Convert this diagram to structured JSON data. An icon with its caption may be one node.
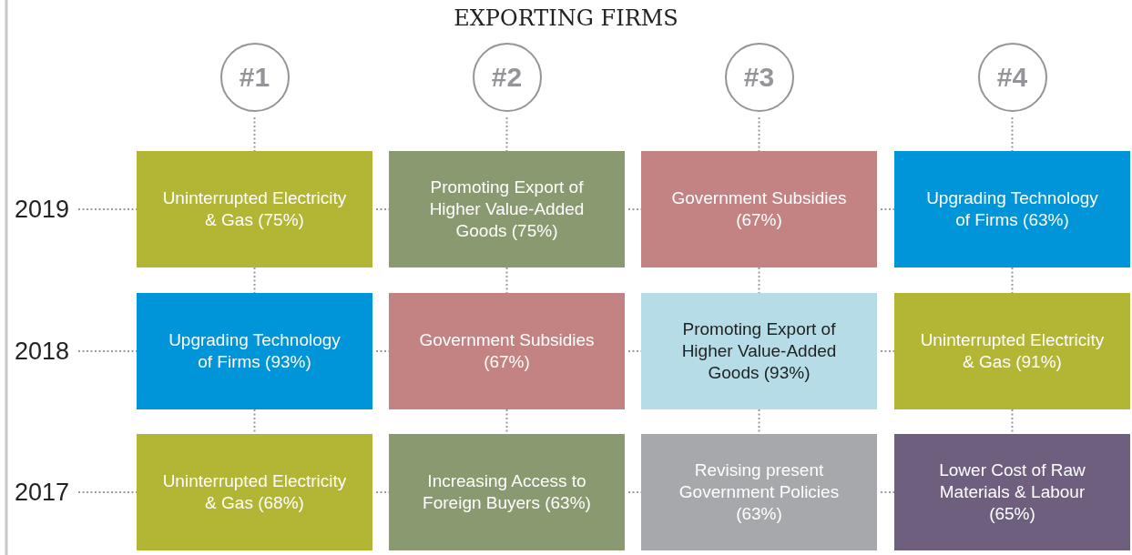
{
  "diagram": {
    "title": "EXPORTING FIRMS",
    "nodes": [
      {
        "text": [
          "#1"
        ]
      },
      {
        "text": [
          "#2"
        ]
      },
      {
        "text": [
          "#3"
        ]
      },
      {
        "text": [
          "#4"
        ]
      },
      {
        "text": [
          "2019"
        ]
      },
      {
        "text": [
          "Uninterrupted Electricity & Gas (75%)"
        ]
      },
      {
        "text": [
          "Promoting Export of Higher Value-Added Goods (75%)"
        ]
      },
      {
        "text": [
          "Government Subsidies (67%)"
        ]
      },
      {
        "text": [
          "Upgrading Technology of Firms (63%)"
        ]
      },
      {
        "text": [
          "2018"
        ]
      },
      {
        "text": [
          "Upgrading Technology of Firms (93%)"
        ]
      },
      {
        "text": [
          "Government Subsidies (67%)"
        ]
      },
      {
        "text": [
          "Promoting Export of Higher Value-Added Goods (93%)"
        ]
      },
      {
        "text": [
          "Uninterrupted Electricity & Gas (91%)"
        ]
      },
      {
        "text": [
          "2017"
        ]
      },
      {
        "text": [
          "Uninterrupted Electricity & Gas (68%)"
        ]
      },
      {
        "text": [
          "Increasing Access to Foreign Buyers (63%)"
        ]
      },
      {
        "text": [
          "Revising present Government Policies (63%)"
        ]
      },
      {
        "text": [
          "Lower Cost of Raw Materials & Labour (65%)"
        ]
      }
    ],
    "edges": [
      {
        "from": 0,
        "to": 5,
        "arrow": "none",
        "style": "dashed"
      },
      {
        "from": 1,
        "to": 6,
        "arrow": "none",
        "style": "dashed"
      },
      {
        "from": 2,
        "to": 7,
        "arrow": "none",
        "style": "dashed"
      },
      {
        "from": 3,
        "to": 8,
        "arrow": "none",
        "style": "dashed"
      },
      {
        "from": 4,
        "to": 5,
        "arrow": "none",
        "style": "dashed"
      },
      {
        "from": 5,
        "to": 6,
        "arrow": "none",
        "style": "dashed"
      },
      {
        "from": 6,
        "to": 7,
        "arrow": "none",
        "style": "dashed"
      },
      {
        "from": 7,
        "to": 8,
        "arrow": "none",
        "style": "dashed"
      },
      {
        "from": 5,
        "to": 10,
        "arrow": "none",
        "style": "dashed"
      },
      {
        "from": 6,
        "to": 11,
        "arrow": "none",
        "style": "dashed"
      },
      {
        "from": 7,
        "to": 12,
        "arrow": "none",
        "style": "dashed"
      },
      {
        "from": 8,
        "to": 13,
        "arrow": "none",
        "style": "dashed"
      },
      {
        "from": 9,
        "to": 10,
        "arrow": "none",
        "style": "dashed"
      },
      {
        "from": 10,
        "to": 11,
        "arrow": "none",
        "style": "dashed"
      },
      {
        "from": 11,
        "to": 12,
        "arrow": "none",
        "style": "dashed"
      },
      {
        "from": 12,
        "to": 13,
        "arrow": "none",
        "style": "dashed"
      },
      {
        "from": 10,
        "to": 15,
        "arrow": "none",
        "style": "dashed"
      },
      {
        "from": 11,
        "to": 16,
        "arrow": "none",
        "style": "dashed"
      },
      {
        "from": 12,
        "to": 17,
        "arrow": "none",
        "style": "dashed"
      },
      {
        "from": 13,
        "to": 18,
        "arrow": "none",
        "style": "dashed"
      },
      {
        "from": 14,
        "to": 15,
        "arrow": "none",
        "style": "dashed"
      },
      {
        "from": 15,
        "to": 16,
        "arrow": "none",
        "style": "dashed"
      },
      {
        "from": 16,
        "to": 17,
        "arrow": "none",
        "style": "dashed"
      },
      {
        "from": 17,
        "to": 18,
        "arrow": "none",
        "style": "dashed"
      }
    ]
  }
}
